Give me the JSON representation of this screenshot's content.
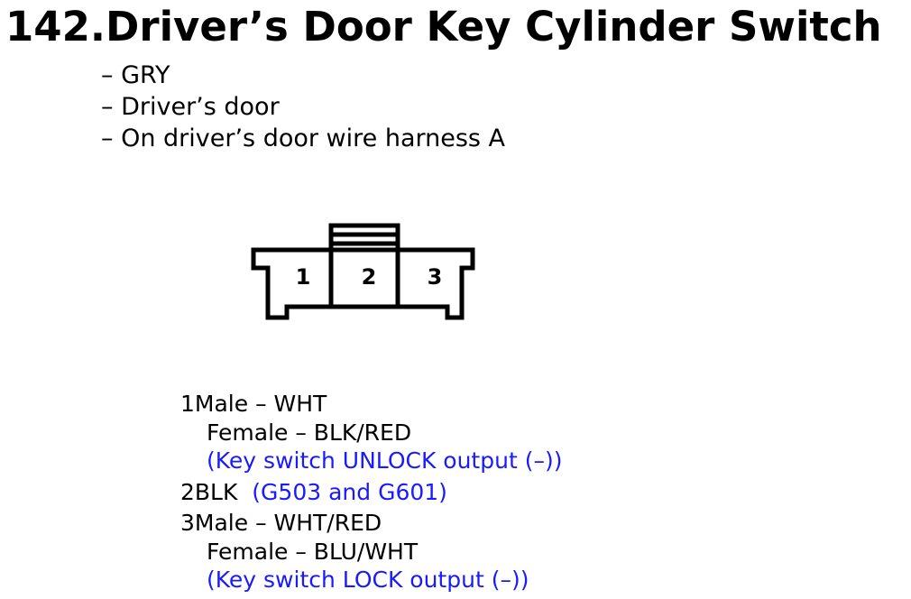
{
  "header": {
    "title": "142.Driver’s Door Key Cylinder Switch"
  },
  "info": {
    "items": [
      "– GRY",
      "– Driver’s door",
      "– On driver’s door wire harness A"
    ]
  },
  "connector": {
    "pin_labels": [
      "1",
      "2",
      "3"
    ]
  },
  "pins": [
    {
      "number": "1",
      "male": "Male – WHT",
      "female": "Female – BLK/RED",
      "note": "(Key switch UNLOCK output (–))"
    },
    {
      "number": "2",
      "wire": "BLK",
      "note": "(G503 and G601)"
    },
    {
      "number": "3",
      "male": "Male – WHT/RED",
      "female": "Female – BLU/WHT",
      "note": "(Key switch LOCK output (–))"
    }
  ],
  "colors": {
    "text": "#000000",
    "note": "#1a1aff",
    "background": "#ffffff"
  }
}
